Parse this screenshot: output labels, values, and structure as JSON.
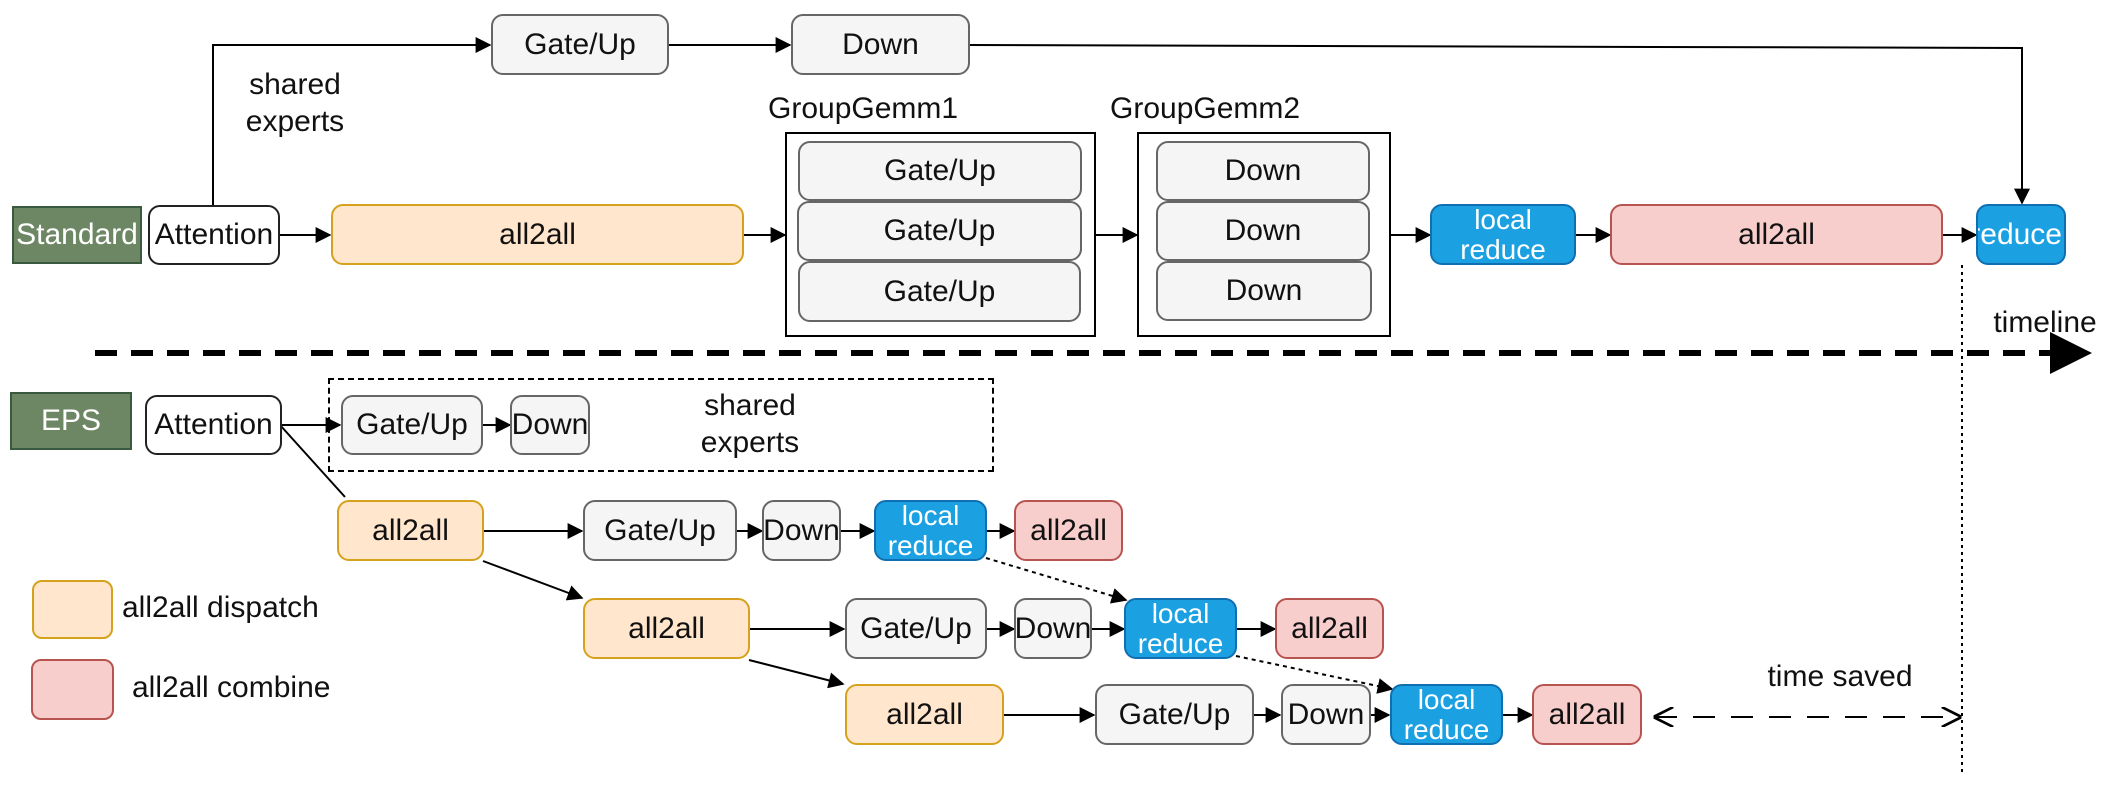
{
  "colors": {
    "dispatch": "#ffe6cc",
    "combine": "#f8cecc",
    "local_reduce": "#1ba1e2",
    "label_tag": "#6d8764",
    "expert": "#f5f5f5"
  },
  "standard": {
    "tag": "Standard",
    "attention": "Attention",
    "shared_label": "shared\nexperts",
    "shared_gate_up": "Gate/Up",
    "shared_down": "Down",
    "all2all_dispatch": "all2all",
    "group_gemm1_title": "GroupGemm1",
    "group_gemm1_items": [
      "Gate/Up",
      "Gate/Up",
      "Gate/Up"
    ],
    "group_gemm2_title": "GroupGemm2",
    "group_gemm2_items": [
      "Down",
      "Down",
      "Down"
    ],
    "local_reduce": "local\nreduce",
    "all2all_combine": "all2all",
    "reduce": "reduce"
  },
  "timeline_label": "timeline",
  "eps": {
    "tag": "EPS",
    "attention": "Attention",
    "shared_gate_up": "Gate/Up",
    "shared_down": "Down",
    "shared_label": "shared\nexperts",
    "stages": [
      {
        "dispatch": "all2all",
        "gate_up": "Gate/Up",
        "down": "Down",
        "local_reduce": "local\nreduce",
        "combine": "all2all"
      },
      {
        "dispatch": "all2all",
        "gate_up": "Gate/Up",
        "down": "Down",
        "local_reduce": "local\nreduce",
        "combine": "all2all"
      },
      {
        "dispatch": "all2all",
        "gate_up": "Gate/Up",
        "down": "Down",
        "local_reduce": "local\nreduce",
        "combine": "all2all"
      }
    ],
    "time_saved": "time saved"
  },
  "legend": {
    "dispatch_label": "all2all dispatch",
    "combine_label": "all2all combine"
  }
}
